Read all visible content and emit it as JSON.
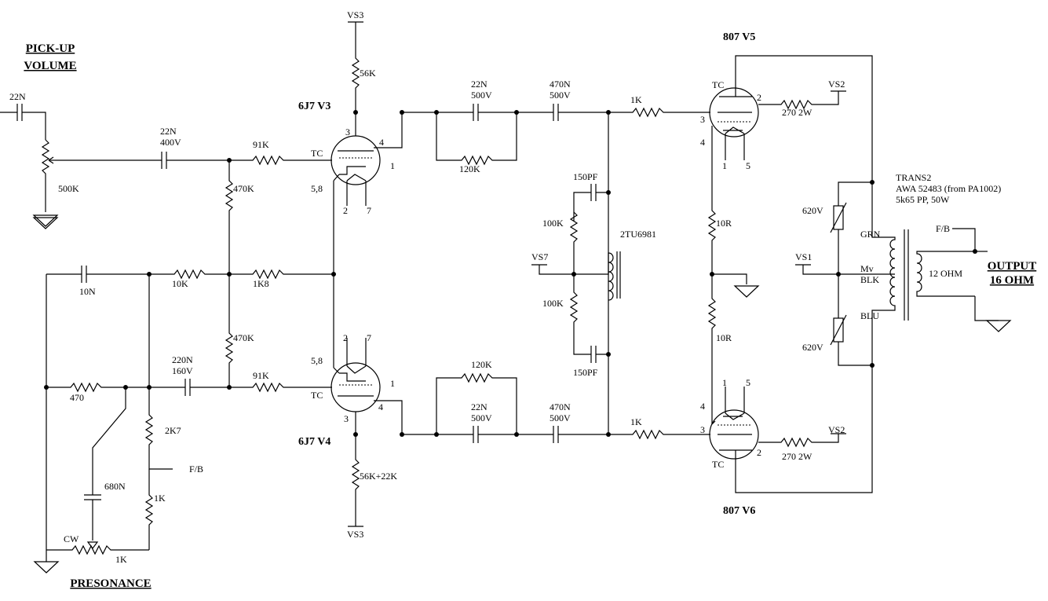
{
  "diagram": {
    "titles": {
      "pickup_volume": [
        "PICK-UP",
        "VOLUME"
      ],
      "presonance": "PRESONANCE",
      "output": [
        "OUTPUT",
        "16 OHM"
      ]
    },
    "tubes": {
      "v3": {
        "label": "6J7  V3",
        "pins": {
          "anode": "4",
          "g2": "1",
          "g1": "3",
          "heater_cathode": "5,8",
          "h1": "2",
          "h2": "7",
          "tc": "TC"
        }
      },
      "v4": {
        "label": "6J7  V4",
        "pins": {
          "anode": "4",
          "g2": "1",
          "g1": "3",
          "heater_cathode": "5,8",
          "h1": "2",
          "h2": "7",
          "tc": "TC"
        }
      },
      "v5": {
        "label": "807  V5",
        "pins": {
          "anode": "2",
          "g1": "3",
          "g2": "4",
          "h1": "1",
          "h2": "5",
          "tc": "TC"
        }
      },
      "v6": {
        "label": "807  V6",
        "pins": {
          "anode": "2",
          "g1": "3",
          "g2": "4",
          "h1": "1",
          "h2": "5",
          "tc": "TC"
        }
      }
    },
    "components": {
      "c_in": "22N",
      "pot_volume": "500K",
      "c_in2": [
        "22N",
        "400V"
      ],
      "r_g_top": "91K",
      "r_bias_top": "470K",
      "r_plate_top": "56K",
      "c_10n": "10N",
      "r_10k": "10K",
      "r_1k8": "1K8",
      "r_bias_bot": "470K",
      "c_220n": [
        "220N",
        "160V"
      ],
      "r_g_bot": "91K",
      "r_470": "470",
      "r_2k7": "2K7",
      "r_1k_fb": "1K",
      "c_680n": "680N",
      "pot_res": "1K",
      "cw": "CW",
      "r_plate_bot": "56K+22K",
      "c_cpl_top": [
        "22N",
        "500V"
      ],
      "r_120k_top": "120K",
      "c_cpl_top2": [
        "470N",
        "500V"
      ],
      "r_1k_top": "1K",
      "c_150pf_top": "150PF",
      "r_100k_top": "100K",
      "vs7": "VS7",
      "r_100k_bot": "100K",
      "c_150pf_bot": "150PF",
      "choke": "2TU6981",
      "r_120k_bot": "120K",
      "c_cpl_bot": [
        "22N",
        "500V"
      ],
      "c_cpl_bot2": [
        "470N",
        "500V"
      ],
      "r_1k_bot": "1K",
      "r_10r_top": "10R",
      "r_10r_bot": "10R",
      "r_screen_top": "270  2W",
      "r_screen_bot": "270  2W",
      "mov_top": "620V",
      "mov_bot": "620V",
      "trans": [
        "TRANS2",
        "AWA  52483 (from PA1002)",
        "5k65 PP,  50W"
      ],
      "grn": "GRN",
      "mv": "Mv",
      "blk": "BLK",
      "blu": "BLU",
      "fb_out": "F/B",
      "sec": "12 OHM",
      "fb_in": "F/B"
    },
    "rails": {
      "vs3_top": "VS3",
      "vs3_bot": "VS3",
      "vs2_top": "VS2",
      "vs2_bot": "VS2",
      "vs1": "VS1"
    }
  }
}
